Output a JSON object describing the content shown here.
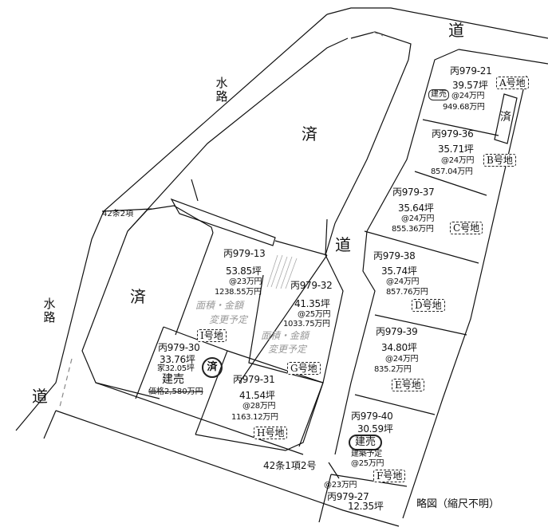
{
  "map": {
    "caption": "略図（縮尺不明）",
    "road_label": "道",
    "waterway_label": "水路",
    "sold_label": "済",
    "road_notes": {
      "art42_2": "42条2項",
      "art42_1_2": "42条1項2号"
    }
  },
  "lots": [
    {
      "id": "A",
      "lot_no": "丙979-21",
      "area": "39.57坪",
      "unit_price": "@24万円",
      "total": "949.68万円",
      "tag": "A号地",
      "badge": "建売"
    },
    {
      "id": "B",
      "lot_no": "丙979-36",
      "area": "35.71坪",
      "unit_price": "@24万円",
      "total": "857.04万円",
      "tag": "B号地"
    },
    {
      "id": "C",
      "lot_no": "丙979-37",
      "area": "35.64坪",
      "unit_price": "@24万円",
      "total": "855.36万円",
      "tag": "C号地"
    },
    {
      "id": "D",
      "lot_no": "丙979-38",
      "area": "35.74坪",
      "unit_price": "@24万円",
      "total": "857.76万円",
      "tag": "D号地"
    },
    {
      "id": "E",
      "lot_no": "丙979-39",
      "area": "34.80坪",
      "unit_price": "@24万円",
      "total": "835.2万円",
      "tag": "E号地"
    },
    {
      "id": "F",
      "lot_no": "丙979-40",
      "area": "30.59坪",
      "badge": "建売",
      "note": "建築予定",
      "unit_price": "@25万円",
      "tag": "F号地"
    },
    {
      "id": "G",
      "lot_no": "丙979-32",
      "area": "41.35坪",
      "unit_price": "@25万円",
      "total": "1033.75万円",
      "tag": "G号地",
      "handwritten": [
        "面積・金額",
        "変更予定"
      ]
    },
    {
      "id": "H",
      "lot_no": "丙979-31",
      "area": "41.54坪",
      "unit_price": "@28万円",
      "total": "1163.12万円",
      "tag": "H号地"
    },
    {
      "id": "I",
      "lot_no": "丙979-13",
      "area": "53.85坪",
      "unit_price": "@23万円",
      "total": "1238.55万円",
      "tag": "I号地",
      "handwritten": [
        "面積・金額",
        "変更予定"
      ]
    },
    {
      "id": "J",
      "lot_no": "丙979-30",
      "area": "33.76坪",
      "house_area": "家32.05坪",
      "type": "建売",
      "price_struck": "価格2,580万円",
      "stamp": "済"
    },
    {
      "id": "K",
      "lot_no": "丙979-27",
      "area": "12.35坪",
      "unit_price": "@23万円"
    }
  ]
}
